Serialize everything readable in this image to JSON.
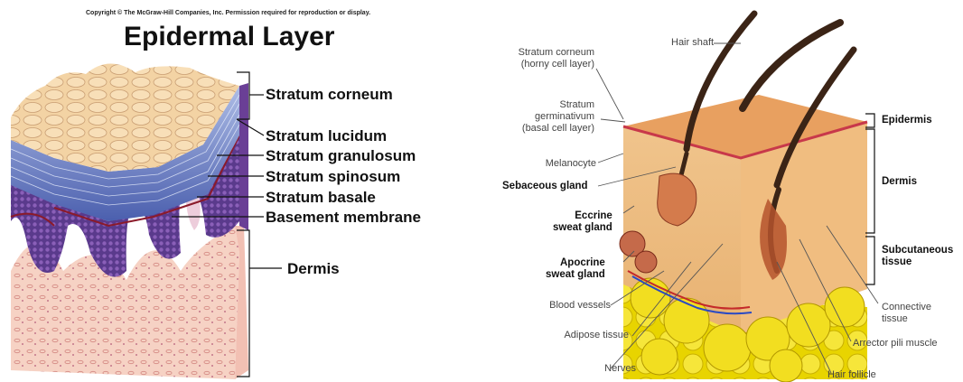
{
  "copyright": "Copyright © The McGraw-Hill Companies, Inc. Permission required for reproduction or display.",
  "left_diagram": {
    "title": "Epidermal Layer",
    "labels": {
      "stratum_corneum": "Stratum corneum",
      "stratum_lucidum": "Stratum lucidum",
      "stratum_granulosum": "Stratum granulosum",
      "stratum_spinosum": "Stratum spinosum",
      "stratum_basale": "Stratum basale",
      "basement_membrane": "Basement membrane",
      "dermis": "Dermis"
    }
  },
  "right_diagram": {
    "labels": {
      "stratum_corneum_l1": "Stratum corneum",
      "stratum_corneum_l2": "(horny cell layer)",
      "stratum_germ_l1": "Stratum",
      "stratum_germ_l2": "germinativum",
      "stratum_germ_l3": "(basal cell layer)",
      "melanocyte": "Melanocyte",
      "sebaceous_gland": "Sebaceous gland",
      "eccrine_l1": "Eccrine",
      "eccrine_l2": "sweat gland",
      "apocrine_l1": "Apocrine",
      "apocrine_l2": "sweat gland",
      "blood_vessels": "Blood vessels",
      "adipose_tissue": "Adipose tissue",
      "nerves": "Nerves",
      "hair_shaft": "Hair shaft",
      "epidermis": "Epidermis",
      "dermis": "Dermis",
      "subcutaneous_l1": "Subcutaneous",
      "subcutaneous_l2": "tissue",
      "connective_l1": "Connective",
      "connective_l2": "tissue",
      "arrector_pili": "Arrector pili muscle",
      "hair_follicle": "Hair follicle"
    }
  }
}
